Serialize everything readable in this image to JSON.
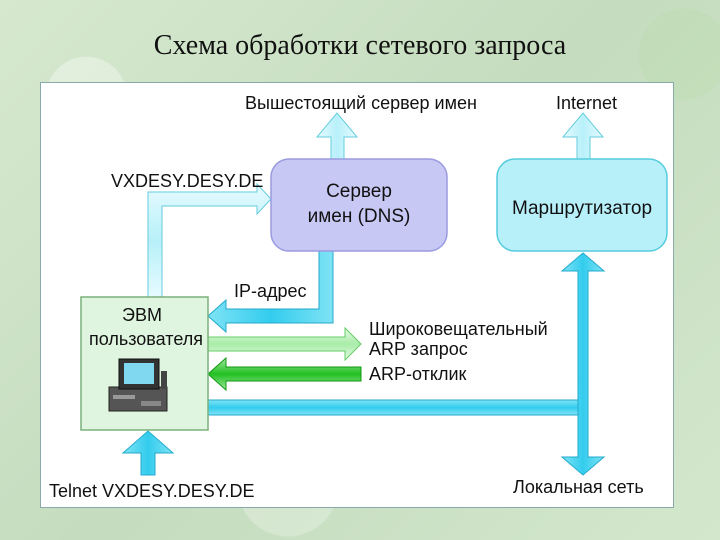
{
  "title": "Схема обработки сетевого запроса",
  "diagram": {
    "labels": {
      "upper_dns": "Вышестоящий сервер имен",
      "internet": "Internet",
      "dns_query": "VXDESY.DESY.DE",
      "ip_address": "IP-адрес",
      "broadcast_line1": "Широковещательный",
      "broadcast_line2": "ARP запрос",
      "arp_reply": "ARP-отклик",
      "telnet": "Telnet VXDESY.DESY.DE",
      "local_network": "Локальная сеть"
    },
    "nodes": {
      "dns_line1": "Сервер",
      "dns_line2": "имен (DNS)",
      "router": "Маршрутизатор",
      "pc_line1": "ЭВМ",
      "pc_line2": "пользователя"
    },
    "colors": {
      "cyan": "#33ccee",
      "cyan_light": "#b8f0fa",
      "lavender": "#c8c8f5",
      "green": "#22c022",
      "green_light": "#9fe89f",
      "pc_box": "#dff5df"
    }
  }
}
